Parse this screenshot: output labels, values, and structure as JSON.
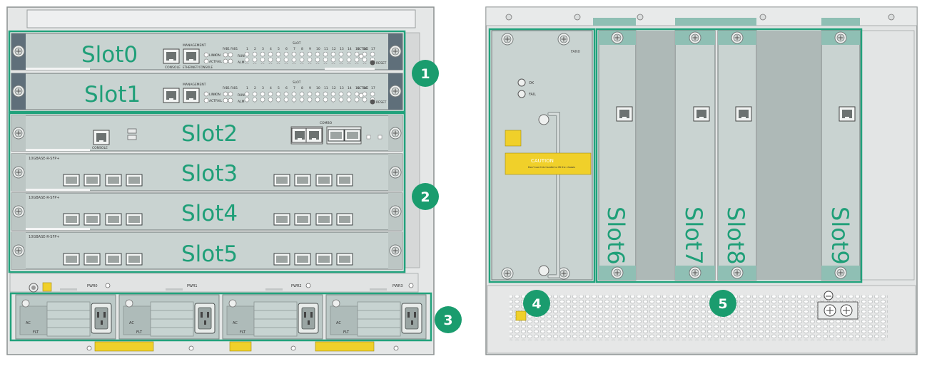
{
  "slots": {
    "slot0": "Slot0",
    "slot1": "Slot1",
    "slot2": "Slot2",
    "slot3": "Slot3",
    "slot4": "Slot4",
    "slot5": "Slot5",
    "slot6": "Slot6",
    "slot7": "Slot7",
    "slot8": "Slot8",
    "slot9": "Slot9"
  },
  "callouts": {
    "c1": "1",
    "c2": "2",
    "c3": "3",
    "c4": "4",
    "c5": "5"
  },
  "mpu": {
    "management": "MANAGEMENT",
    "console": "CONSOLE",
    "ethernet": "ETHERNET/CONSOLE",
    "slot_header": "SLOT",
    "fabric": "FAB1 FAB1",
    "run": "RUN",
    "alm": "ALM",
    "link": "LINK",
    "act": "ACT",
    "on": "ON",
    "fail": "FAIL",
    "active": "ACTIVE",
    "reset": "RESET",
    "slot_numbers": [
      "1",
      "2",
      "3",
      "4",
      "5",
      "6",
      "7",
      "8",
      "9",
      "10",
      "11",
      "12",
      "13",
      "14",
      "15",
      "16",
      "17"
    ]
  },
  "lpu": {
    "combo": "COMBO",
    "console": "CONSOLE",
    "model": "10GBASE-R-SFP+"
  },
  "power": {
    "labels": [
      "PWR0",
      "PWR1",
      "PWR2",
      "PWR3"
    ],
    "ac": "AC",
    "flt": "FLT"
  },
  "fan": {
    "title": "FAN0",
    "ok": "OK",
    "fail": "FAIL",
    "caution_title": "CAUTION",
    "caution_text": "Don't use this handle to lift the chassis"
  },
  "colors": {
    "highlight": "#21a27c",
    "callout": "#1a9c6e",
    "slot_text": "#1f9f78"
  }
}
